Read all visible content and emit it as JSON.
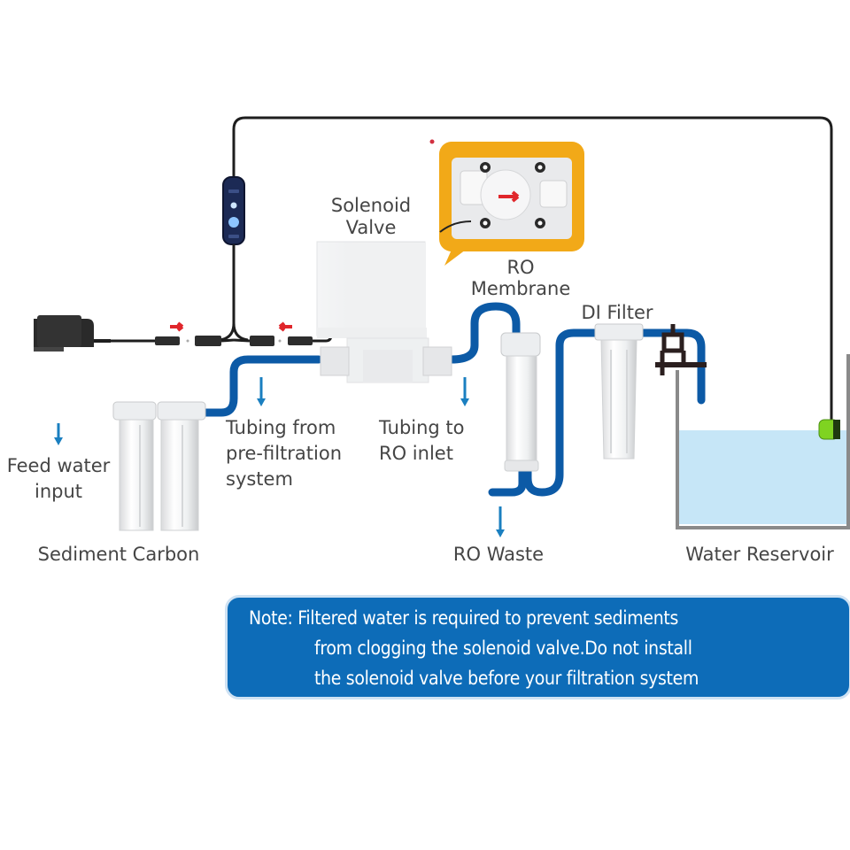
{
  "diagram": {
    "title": "RO system solenoid valve installation diagram",
    "labels": {
      "solenoid_valve_line1": "Solenoid",
      "solenoid_valve_line2": "Valve",
      "ro_membrane_line1": "RO",
      "ro_membrane_line2": "Membrane",
      "di_filter": "DI Filter",
      "tubing_from_line1": "Tubing  from",
      "tubing_from_line2": "pre-filtration",
      "tubing_from_line3": "system",
      "tubing_to_line1": "Tubing to",
      "tubing_to_line2": "RO inlet",
      "feed_water_line1": "Feed water",
      "feed_water_line2": "input",
      "sediment_carbon": "Sediment Carbon",
      "ro_waste": "RO Waste",
      "water_reservoir": "Water Reservoir"
    },
    "components": [
      {
        "id": "power-adapter",
        "name": "Power adapter"
      },
      {
        "id": "controller",
        "name": "Inline controller with buttons"
      },
      {
        "id": "solenoid-valve",
        "name": "Solenoid Valve"
      },
      {
        "id": "inset-valve-top",
        "name": "Solenoid valve top view with flow arrow"
      },
      {
        "id": "sediment-filter",
        "name": "Sediment filter housing"
      },
      {
        "id": "carbon-filter",
        "name": "Carbon filter housing"
      },
      {
        "id": "ro-membrane",
        "name": "RO Membrane housing"
      },
      {
        "id": "di-filter",
        "name": "DI Filter housing"
      },
      {
        "id": "faucet-valve",
        "name": "Outlet valve"
      },
      {
        "id": "water-reservoir",
        "name": "Water Reservoir"
      },
      {
        "id": "float-switch",
        "name": "Float level switch"
      }
    ],
    "colors": {
      "tubing": "#0c5aa6",
      "arrow": "#1a7fc0",
      "cable": "#1e1e1e",
      "inset_bg": "#f2a918",
      "water": "#c6e6f7",
      "tank_wall": "#8a8a8a",
      "float": "#7fd321",
      "red_arrow": "#e0262b",
      "label_text": "#454545"
    }
  },
  "note": {
    "line1": "Note: Filtered water is required to prevent sediments",
    "line2": "from clogging the solenoid valve.Do not install",
    "line3": "the solenoid valve before your filtration system",
    "background": "#0d6cb8"
  }
}
